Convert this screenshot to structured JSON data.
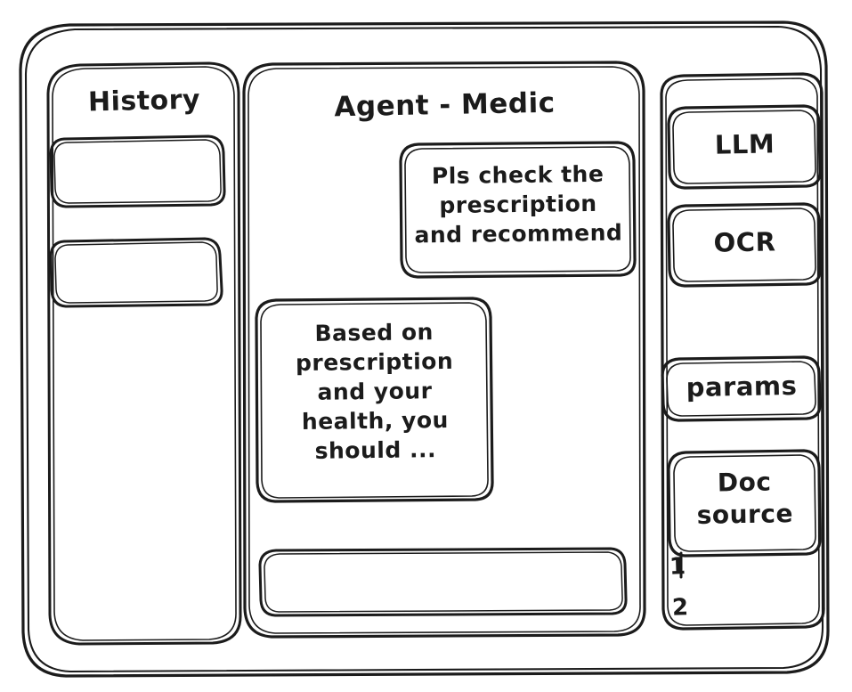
{
  "app": {
    "style": "hand-drawn-wireframe",
    "ink_color": "#1b1b1b",
    "background_color": "#ffffff"
  },
  "sidebar_left": {
    "title": "History",
    "items": [
      {
        "label": ""
      },
      {
        "label": ""
      }
    ]
  },
  "main": {
    "title": "Agent - Medic",
    "messages": [
      {
        "role": "user",
        "align": "right",
        "text": "Pls check the\nprescription\nand recommend"
      },
      {
        "role": "assistant",
        "align": "left",
        "text": "Based on\nprescription\nand your\nhealth, you\nshould ..."
      }
    ],
    "composer": {
      "value": "",
      "placeholder": ""
    }
  },
  "sidebar_right": {
    "cards": [
      {
        "label": "LLM"
      },
      {
        "label": "OCR"
      },
      {
        "label": "params"
      },
      {
        "label": "Doc\nsource"
      }
    ],
    "list": [
      {
        "label": "1"
      },
      {
        "label": "2"
      }
    ]
  }
}
